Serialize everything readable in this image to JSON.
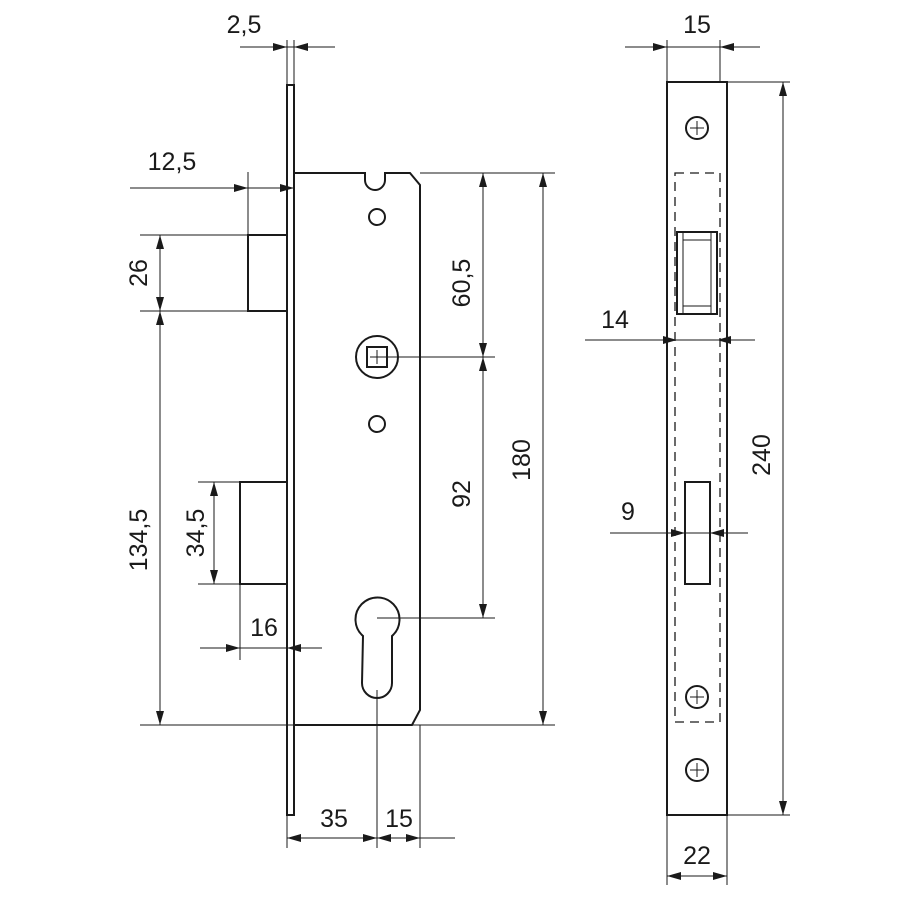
{
  "drawing": {
    "front_view": {
      "dimensions": {
        "faceplate_thickness": "2,5",
        "latch_projection": "12,5",
        "latch_height": "26",
        "latch_to_bottom": "134,5",
        "bolt_height": "34,5",
        "bolt_projection": "16",
        "follower_to_top": "60,5",
        "follower_to_cylinder": "92",
        "case_height": "180",
        "backset": "35",
        "cylinder_to_back": "15"
      }
    },
    "side_view": {
      "dimensions": {
        "faceplate_width_top": "15",
        "latch_width": "14",
        "faceplate_length": "240",
        "bolt_width": "9",
        "faceplate_width_bottom": "22"
      }
    }
  }
}
